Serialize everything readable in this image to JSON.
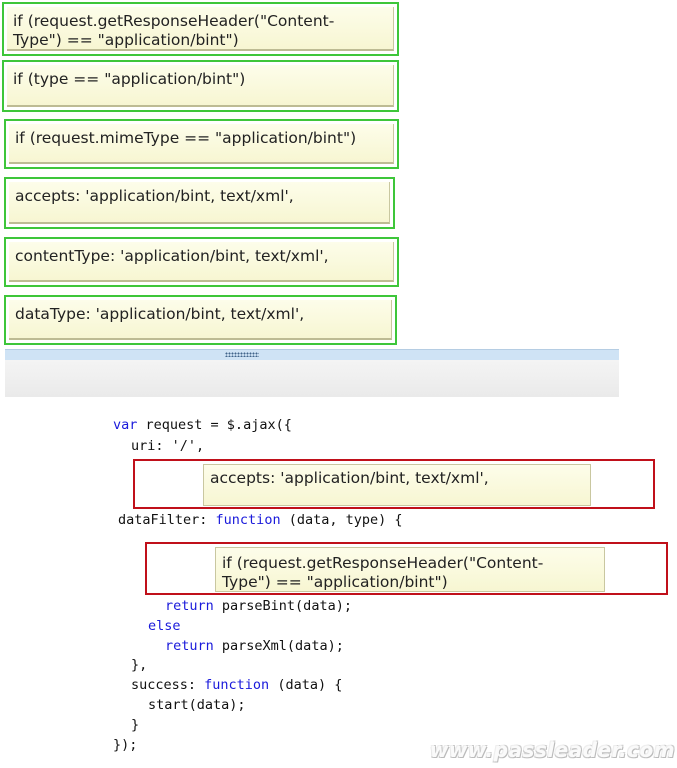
{
  "options": [
    {
      "id": "opt1",
      "line1": "if (request.getResponseHeader(\"Content-",
      "line2": "Type\") == \"application/bint\")"
    },
    {
      "id": "opt2",
      "line1": "if (type == \"application/bint\")"
    },
    {
      "id": "opt3",
      "line1": "if (request.mimeType == \"application/bint\")"
    },
    {
      "id": "opt4",
      "line1": "accepts: 'application/bint, text/xml',"
    },
    {
      "id": "opt5",
      "line1": "contentType: 'application/bint, text/xml',"
    },
    {
      "id": "opt6",
      "line1": "dataType: 'application/bint, text/xml',"
    }
  ],
  "code": {
    "l1": "var request = $.ajax({",
    "l2": "uri: '/',",
    "l3": "dataFilter: function (data, type) {",
    "l4": "return parseBint(data);",
    "l5": "else",
    "l6": "return parseXml(data);",
    "l7": "},",
    "l8": "success: function (data) {",
    "l9": "start(data);",
    "l10": "}",
    "l11": "});"
  },
  "drop_targets": {
    "target1": "accepts: 'application/bint, text/xml',",
    "target2_line1": "if (request.getResponseHeader(\"Content-",
    "target2_line2": "Type\") == \"application/bint\")"
  },
  "watermark": "www.passleader.com",
  "colors": {
    "option_border": "#3ec63a",
    "target_border": "#c0101a",
    "keyword": "#1a1adb",
    "string": "#8b1a1a"
  }
}
